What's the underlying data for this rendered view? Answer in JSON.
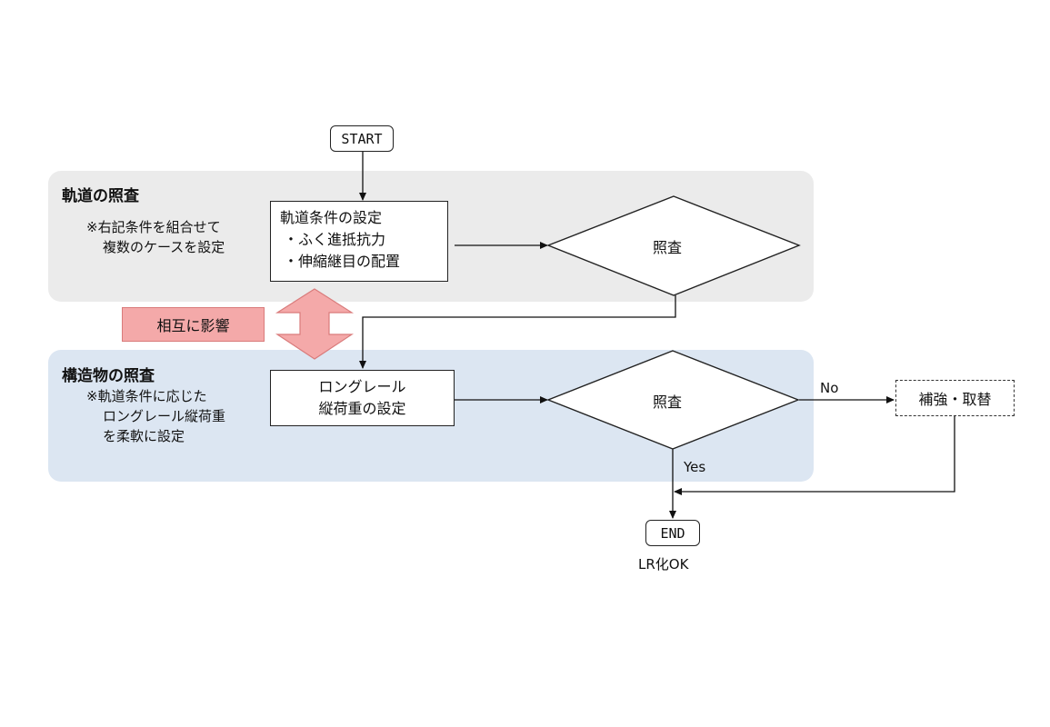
{
  "start_label": "START",
  "end_label": "END",
  "end_caption": "LR化OK",
  "track_section": {
    "title": "軌道の照査",
    "note_lines": [
      "※右記条件を組合せて",
      "複数のケースを設定"
    ],
    "process_lines": [
      "軌道条件の設定",
      "・ふく進抵抗力",
      "・伸縮継目の配置"
    ],
    "decision": "照査"
  },
  "interaction_label": "相互に影響",
  "structure_section": {
    "title": "構造物の照査",
    "note_lines": [
      "※軌道条件に応じた",
      "ロングレール縦荷重",
      "を柔軟に設定"
    ],
    "process_lines": [
      "ロングレール",
      "縦荷重の設定"
    ],
    "decision": "照査",
    "no_label": "No",
    "yes_label": "Yes",
    "remedy": "補強・取替"
  },
  "colors": {
    "track_panel": "#ebebeb",
    "structure_panel": "#dce6f2",
    "interaction_fill": "#f4a9a9"
  }
}
